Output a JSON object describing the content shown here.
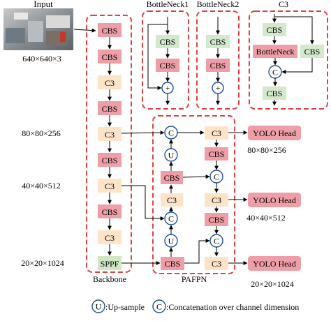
{
  "input": {
    "title": "Input",
    "size": "640×640×3"
  },
  "blocks": {
    "cbs": "CBS",
    "c3": "C3",
    "sppf": "SPPF",
    "bottleneck": "BottleNeck",
    "plus": "+",
    "concat": "C",
    "upsample": "U"
  },
  "module_titles": {
    "bottleneck1": "BottleNeck1",
    "bottleneck2": "BottleNeck2",
    "c3": "C3"
  },
  "scale_labels": {
    "p3": "80×80×256",
    "p4": "40×40×512",
    "p5": "20×20×1024"
  },
  "head_label": "YOLO Head",
  "output_labels": {
    "p3": "80×80×256",
    "p4": "40×40×512",
    "p5": "20×20×1024"
  },
  "section_labels": {
    "backbone": "Backbone",
    "neck": "PAFPN"
  },
  "legend": {
    "upsample_symbol": "U",
    "upsample_text": ":Up-sample",
    "concat_symbol": "C",
    "concat_text": ":Concatenation over channel dimension"
  },
  "colors": {
    "cbs": "#ee9ea6",
    "c3": "#fde3c8",
    "bottleneck_cbs": "#d4e9cc",
    "sppf": "#cfe8c3",
    "head": "#ee9ea6",
    "dashed_border": "#e0403f",
    "circle": "#1f4e9c"
  }
}
